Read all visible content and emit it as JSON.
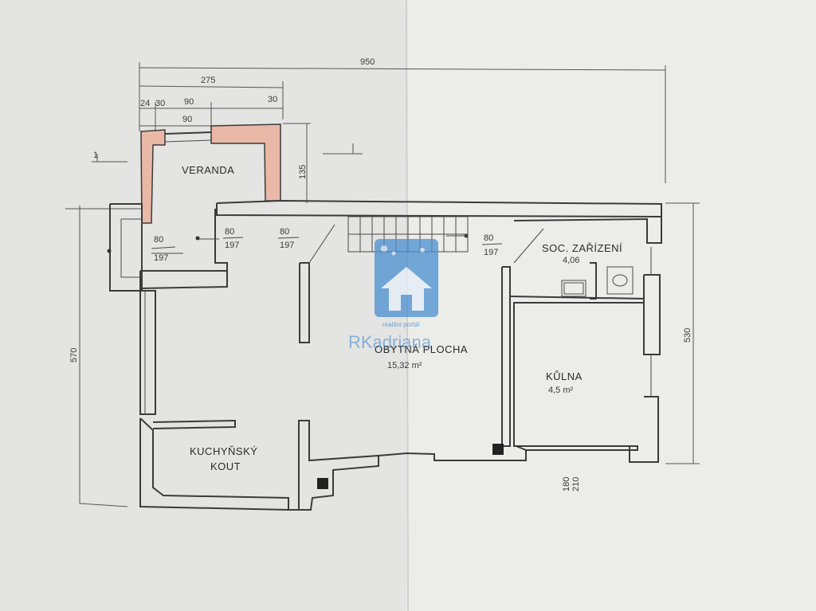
{
  "rooms": {
    "veranda": "VERANDA",
    "kitchen_line1": "KUCHYŇSKÝ",
    "kitchen_line2": "KOUT",
    "living_name": "OBYTNÁ PLOCHA",
    "living_area": "15,32 m²",
    "social_name": "SOC. ZAŘÍZENÍ",
    "social_area": "4,06",
    "shed_name": "KŮLNA",
    "shed_area": "4,5 m²"
  },
  "dimensions": {
    "total_width": "950",
    "left_width": "275",
    "d_24": "24",
    "d_30a": "30",
    "d_90a": "90",
    "d_90b": "90",
    "d_30b": "30",
    "d_135": "135",
    "left_height": "570",
    "right_height": "530",
    "bottom_180": "180",
    "bottom_210": "210"
  },
  "openings": {
    "o1_w": "80",
    "o1_h": "197",
    "o2_w": "80",
    "o2_h": "197",
    "o3_w": "80",
    "o3_h": "197",
    "o4_w": "80",
    "o4_h": "197"
  },
  "section_mark": "1",
  "watermark": {
    "brand": "RKadriana",
    "tagline": "realitní portál"
  },
  "colors": {
    "paper": "#e7e7e5",
    "wall_hatch": "#e9b8a6",
    "logo": "#4a8fd0"
  }
}
